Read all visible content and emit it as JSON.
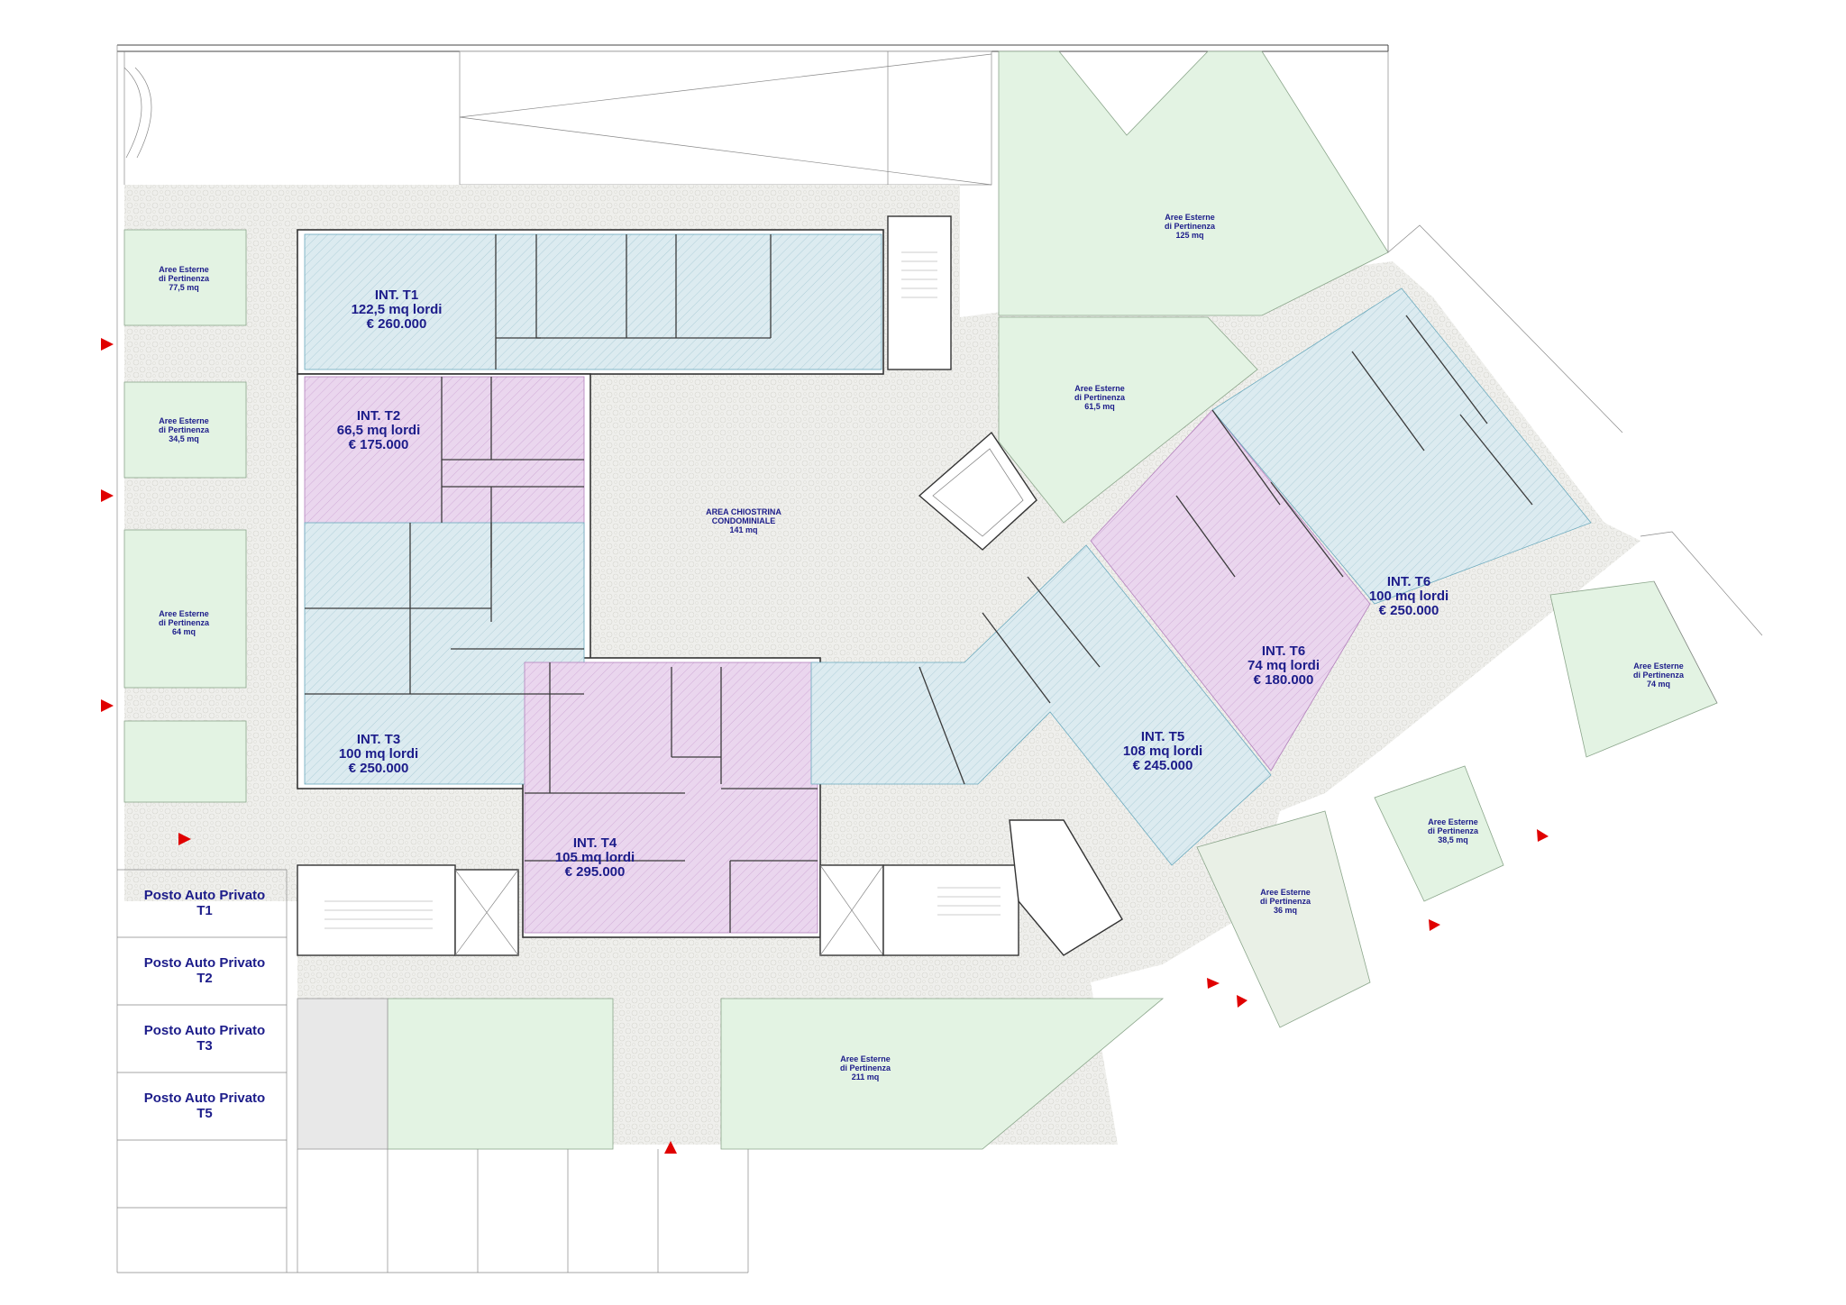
{
  "units": [
    {
      "id": "t1",
      "lines": [
        "INT. T1",
        "122,5 mq lordi",
        "€ 260.000"
      ],
      "color": "#dcebf0"
    },
    {
      "id": "t2",
      "lines": [
        "INT. T2",
        "66,5 mq lordi",
        "€ 175.000"
      ],
      "color": "#ead6ee"
    },
    {
      "id": "t3",
      "lines": [
        "INT. T3",
        "100 mq lordi",
        "€ 250.000"
      ],
      "color": "#dcebf0"
    },
    {
      "id": "t4",
      "lines": [
        "INT. T4",
        "105 mq lordi",
        "€ 295.000"
      ],
      "color": "#ead6ee"
    },
    {
      "id": "t5",
      "lines": [
        "INT. T5",
        "108 mq lordi",
        "€ 245.000"
      ],
      "color": "#dcebf0"
    },
    {
      "id": "t6a",
      "lines": [
        "INT. T6",
        "74 mq lordi",
        "€ 180.000"
      ],
      "color": "#ead6ee"
    },
    {
      "id": "t6b",
      "lines": [
        "INT. T6",
        "100 mq lordi",
        "€ 250.000"
      ],
      "color": "#dcebf0"
    }
  ],
  "gardens": [
    {
      "id": "g1",
      "lines": [
        "Aree Esterne",
        "di Pertinenza",
        "77,5 mq"
      ]
    },
    {
      "id": "g2",
      "lines": [
        "Aree Esterne",
        "di Pertinenza",
        "34,5 mq"
      ]
    },
    {
      "id": "g3",
      "lines": [
        "Aree Esterne",
        "di Pertinenza",
        "64 mq"
      ]
    },
    {
      "id": "g4",
      "lines": [
        "Aree Esterne",
        "di Pertinenza",
        "125 mq"
      ]
    },
    {
      "id": "g5",
      "lines": [
        "Aree Esterne",
        "di Pertinenza",
        "61,5 mq"
      ]
    },
    {
      "id": "g6",
      "lines": [
        "Aree Esterne",
        "di Pertinenza",
        "74 mq"
      ]
    },
    {
      "id": "g7",
      "lines": [
        "Aree Esterne",
        "di Pertinenza",
        "38,5 mq"
      ]
    },
    {
      "id": "g8",
      "lines": [
        "Aree Esterne",
        "di Pertinenza",
        "36 mq"
      ]
    },
    {
      "id": "g9",
      "lines": [
        "Aree Esterne",
        "di Pertinenza",
        "211 mq"
      ]
    }
  ],
  "courtyard": {
    "lines": [
      "AREA CHIOSTRINA",
      "CONDOMINIALE",
      "141 mq"
    ]
  },
  "parking": [
    {
      "id": "p1",
      "lines": [
        "Posto Auto Privato",
        "T1"
      ]
    },
    {
      "id": "p2",
      "lines": [
        "Posto Auto Privato",
        "T2"
      ]
    },
    {
      "id": "p3",
      "lines": [
        "Posto Auto Privato",
        "T3"
      ]
    },
    {
      "id": "p4",
      "lines": [
        "Posto Auto Privato",
        "T5"
      ]
    }
  ],
  "colors": {
    "garden": "#e3f3e3",
    "paving": "#efefec",
    "unit_blue": "#dcebf0",
    "unit_pink": "#ead6ee",
    "text": "#1c1c8a",
    "entrance_arrow": "#e00000"
  }
}
